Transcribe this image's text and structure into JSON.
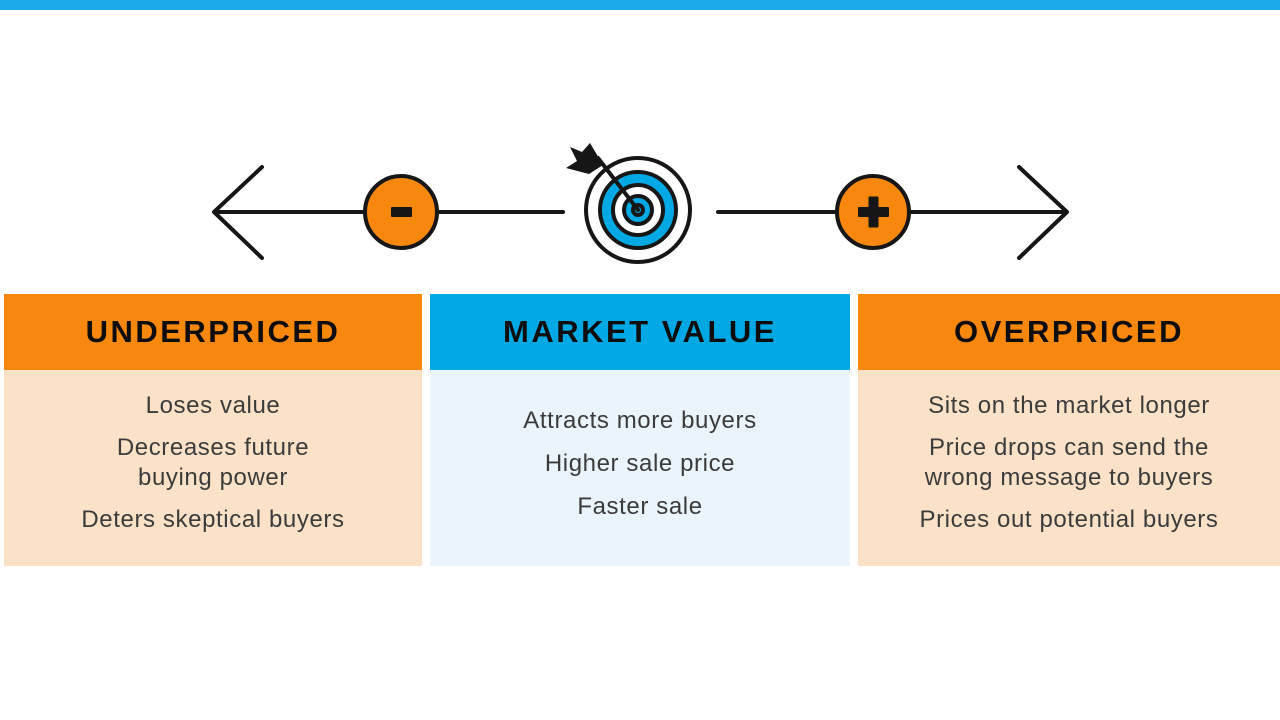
{
  "colors": {
    "topbar_blue": "#1EAAE9",
    "orange": "#F8870E",
    "orange_light": "#FCE1C9",
    "blue": "#00A9E4",
    "blue_light": "#E9F4FB",
    "header_text": "#0D0D0D",
    "body_text": "#3B3B3B",
    "stroke": "#161616"
  },
  "spectrum": {
    "minus_symbol": "-",
    "plus_symbol": "+",
    "left_arrow_icon": "arrow-left",
    "right_arrow_icon": "arrow-right",
    "center_icon": "bullseye-target-with-dart"
  },
  "columns": [
    {
      "title": "UNDERPRICED",
      "theme": "orange",
      "items": [
        [
          "Loses value"
        ],
        [
          "Decreases future",
          "buying power"
        ],
        [
          "Deters skeptical buyers"
        ]
      ]
    },
    {
      "title": "MARKET VALUE",
      "theme": "blue",
      "items": [
        [
          "Attracts more buyers"
        ],
        [
          "Higher sale price"
        ],
        [
          "Faster sale"
        ]
      ]
    },
    {
      "title": "OVERPRICED",
      "theme": "orange",
      "items": [
        [
          "Sits on the market longer"
        ],
        [
          "Price drops can send the",
          "wrong message to buyers"
        ],
        [
          "Prices out potential buyers"
        ]
      ]
    }
  ]
}
